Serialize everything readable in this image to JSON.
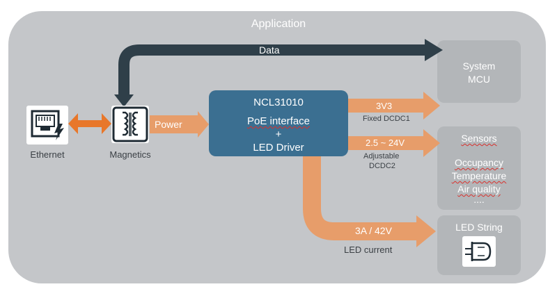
{
  "diagram": {
    "application_label": "Application",
    "data_label": "Data",
    "power_label": "Power",
    "ethernet_label": "Ethernet",
    "magnetics_label": "Magnetics",
    "system_mcu": {
      "line1": "System",
      "line2": "MCU"
    },
    "ncl": {
      "line1": "NCL31010",
      "line2": "PoE interface",
      "line3": "+",
      "line4": "LED Driver"
    },
    "rail_3v3": {
      "value": "3V3",
      "desc": "Fixed DCDC1"
    },
    "rail_adj": {
      "value": "2.5 ~ 24V",
      "desc_line1": "Adjustable",
      "desc_line2": "DCDC2"
    },
    "sensors": {
      "title": "Sensors",
      "items": [
        "Occupancy",
        "Temperature",
        "Air quality",
        "...."
      ]
    },
    "led": {
      "current_value": "3A / 42V",
      "current_label": "LED current",
      "string_label": "LED String"
    }
  },
  "colors": {
    "background_panel": "#c4c6c9",
    "box_gray": "#b3b6b9",
    "ncl_blue": "#3b6f91",
    "power_arrow": "#e79d6a",
    "data_arrow": "#2f3f49",
    "ethernet_arrow": "#e8772a"
  },
  "icons": [
    "ethernet-jack-icon",
    "transformer-icon",
    "led-bulb-icon"
  ]
}
